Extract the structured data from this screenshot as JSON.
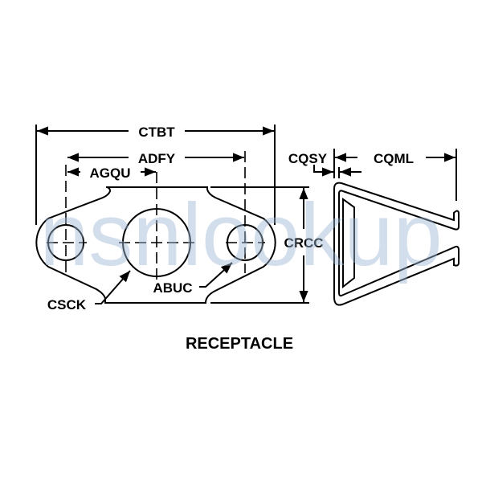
{
  "labels": {
    "ctbt": "CTBT",
    "adfy": "ADFY",
    "agqu": "AGQU",
    "cqsy": "CQSY",
    "cqml": "CQML",
    "crcc": "CRCC",
    "abuc": "ABUC",
    "csck": "CSCK"
  },
  "caption": "RECEPTACLE",
  "watermark": "nsnlookup"
}
